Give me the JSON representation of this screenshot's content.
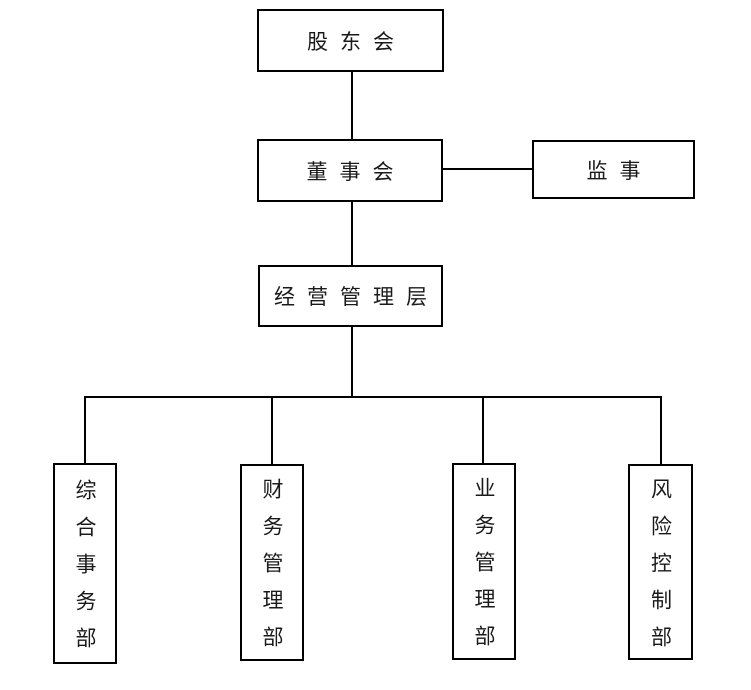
{
  "diagram": {
    "type": "org-chart",
    "nodes": {
      "shareholders": {
        "label": "股东会",
        "level": 1,
        "orientation": "horizontal"
      },
      "board": {
        "label": "董事会",
        "level": 2,
        "orientation": "horizontal"
      },
      "supervisor": {
        "label": "监事",
        "level": 2,
        "orientation": "horizontal"
      },
      "management": {
        "label": "经营管理层",
        "level": 3,
        "orientation": "horizontal"
      },
      "dept_general_affairs": {
        "label": "综合事务部",
        "level": 4,
        "orientation": "vertical"
      },
      "dept_financial_management": {
        "label": "财务管理部",
        "level": 4,
        "orientation": "vertical"
      },
      "dept_business_management": {
        "label": "业务管理部",
        "level": 4,
        "orientation": "vertical"
      },
      "dept_risk_control": {
        "label": "风险控制部",
        "level": 4,
        "orientation": "vertical"
      }
    },
    "edges": [
      {
        "from": "shareholders",
        "to": "board"
      },
      {
        "from": "board",
        "to": "supervisor"
      },
      {
        "from": "board",
        "to": "management"
      },
      {
        "from": "management",
        "to": "dept_general_affairs"
      },
      {
        "from": "management",
        "to": "dept_financial_management"
      },
      {
        "from": "management",
        "to": "dept_business_management"
      },
      {
        "from": "management",
        "to": "dept_risk_control"
      }
    ],
    "colors": {
      "background": "#ffffff",
      "border": "#000000",
      "line": "#000000",
      "text": "#1a1a1a"
    }
  }
}
